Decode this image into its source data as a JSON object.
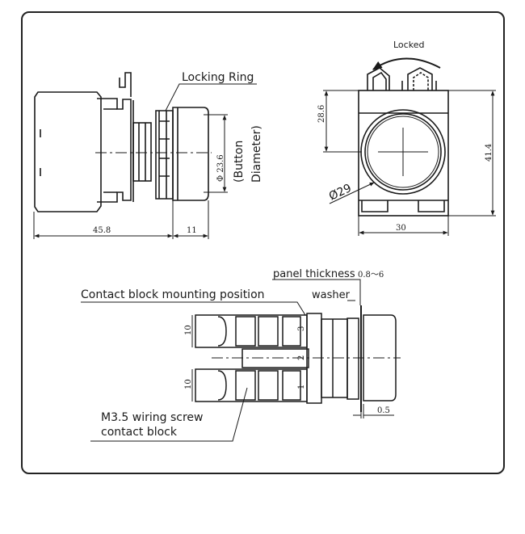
{
  "labels": {
    "locking_ring": "Locking Ring",
    "locked": "Locked",
    "button_diameter_line1": "(Button",
    "button_diameter_line2": "Diameter)",
    "panel_thickness": "panel thickness",
    "panel_thickness_value": "0.8～6",
    "washer": "washer",
    "contact_block_mounting": "Contact block mounting position",
    "wiring_screw": "M3.5 wiring screw",
    "contact_block": "contact block"
  },
  "dimensions": {
    "side_length": "45.8",
    "side_head": "11",
    "button_dia": "Φ 23.6",
    "front_height_top": "28.6",
    "front_height": "41.4",
    "front_width": "30",
    "front_dia": "Ø29",
    "contact_top": "10",
    "contact_bottom": "10",
    "washer_gap": "0.5"
  },
  "terminal_numbers": [
    "3",
    "2",
    "1"
  ],
  "colors": {
    "line": "#1a1a1a",
    "frame": "#222222",
    "background": "#ffffff"
  }
}
